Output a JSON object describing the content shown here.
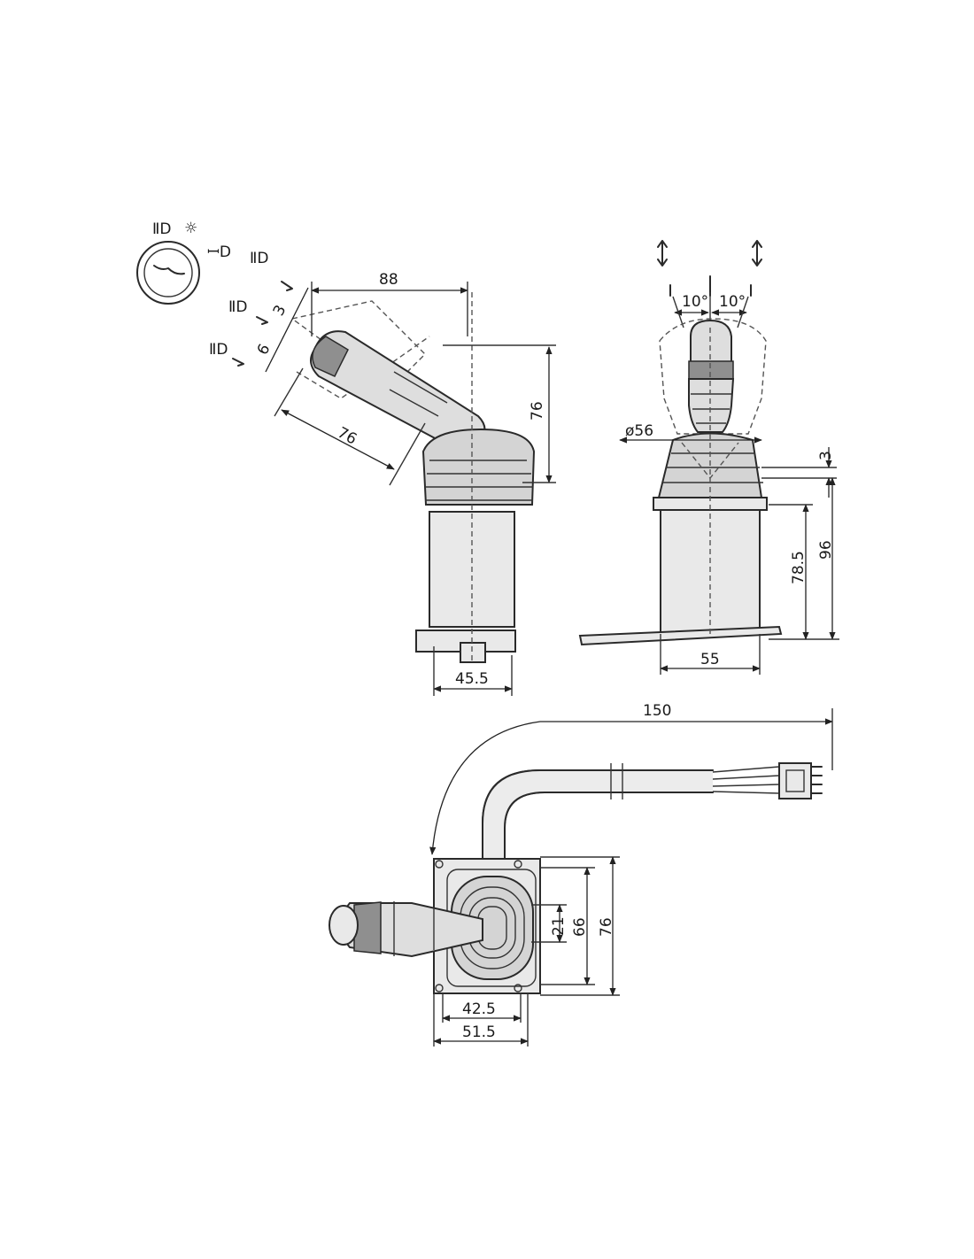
{
  "views": {
    "side": {
      "dim_top_width": "88",
      "dim_handle_height": "76",
      "dim_handle_length": "76",
      "dim_offset_3": "3",
      "dim_offset_6": "6",
      "dim_base_width": "45.5"
    },
    "front": {
      "angle_left": "10°",
      "angle_right": "10°",
      "dim_boot_diameter": "ø56",
      "dim_top_offset": "3",
      "dim_total_height": "96",
      "dim_body_height": "78.5",
      "dim_body_width": "55"
    },
    "plan": {
      "dim_cable_length": "150",
      "dim_inner_21": "21",
      "dim_plate_66": "66",
      "dim_plate_76": "76",
      "dim_width_42_5": "42.5",
      "dim_width_51_5": "51.5"
    }
  },
  "colors": {
    "line": "#2a2a2a",
    "body": "#e9e9e9",
    "boot": "#d4d4d4",
    "band": "#8f8f8f"
  }
}
